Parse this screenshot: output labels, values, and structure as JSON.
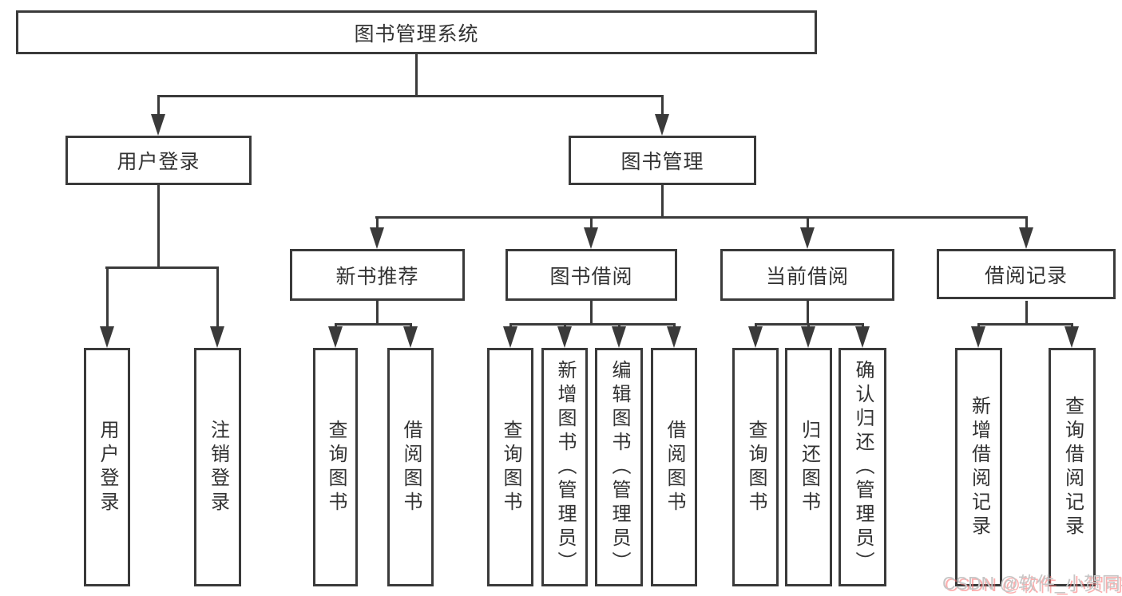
{
  "title": "图书管理系统",
  "nodes": {
    "root": {
      "label": "图书管理系统"
    },
    "user_login": {
      "label": "用户登录",
      "children": [
        {
          "label": "用户登录"
        },
        {
          "label": "注销登录"
        }
      ]
    },
    "book_mgmt": {
      "label": "图书管理",
      "children": [
        {
          "label": "新书推荐",
          "children": [
            {
              "label": "查询图书"
            },
            {
              "label": "借阅图书"
            }
          ]
        },
        {
          "label": "图书借阅",
          "children": [
            {
              "label": "查询图书"
            },
            {
              "label": "新增图书（管理员）"
            },
            {
              "label": "编辑图书（管理员）"
            },
            {
              "label": "借阅图书"
            }
          ]
        },
        {
          "label": "当前借阅",
          "children": [
            {
              "label": "查询图书"
            },
            {
              "label": "归还图书"
            },
            {
              "label": "确认归还（管理员）"
            }
          ]
        },
        {
          "label": "借阅记录",
          "children": [
            {
              "label": "新增借阅记录"
            },
            {
              "label": "查询借阅记录"
            }
          ]
        }
      ]
    }
  },
  "watermark": "CSDN @软件_小贺同学",
  "colors": {
    "line": "#3a3a3a",
    "text": "#333333",
    "background": "#ffffff",
    "watermark_gray": "#c6c6c6",
    "watermark_red": "#fa6e6e"
  }
}
